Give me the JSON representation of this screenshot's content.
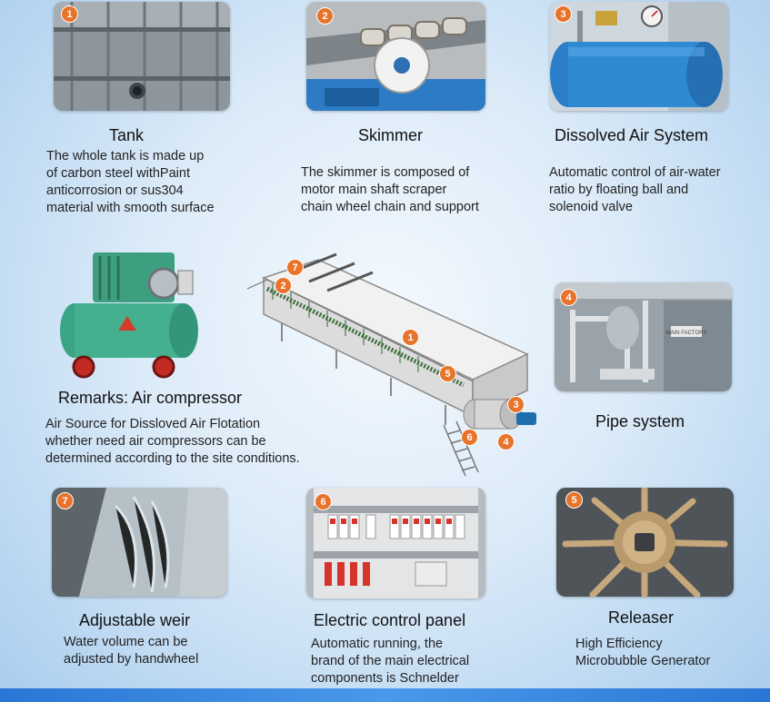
{
  "features": {
    "tank": {
      "badge": "1",
      "title": "Tank",
      "desc": [
        "The whole tank is made up",
        "of carbon steel withPaint",
        "anticorrosion or sus304",
        "material with smooth surface"
      ]
    },
    "skimmer": {
      "badge": "2",
      "title": "Skimmer",
      "desc": [
        "The skimmer  is composed of",
        "motor  main shaft  scraper",
        "chain wheel  chain and support"
      ]
    },
    "dissolved_air": {
      "badge": "3",
      "title": "Dissolved Air System",
      "desc": [
        "Automatic control of air-water",
        "ratio by floating ball and",
        "solenoid valve"
      ]
    },
    "compressor": {
      "title": "Remarks: Air compressor",
      "desc": [
        "Air Source for Dissloved Air Flotation",
        "whether need air compressors can be",
        "determined according to the site conditions."
      ]
    },
    "pipe": {
      "badge": "4",
      "title": "Pipe system"
    },
    "weir": {
      "badge": "7",
      "title": "Adjustable weir",
      "desc": [
        "Water volume can be",
        "adjusted by handwheel"
      ]
    },
    "panel": {
      "badge": "6",
      "title": "Electric control panel",
      "desc": [
        "Automatic running, the",
        "brand of the main electrical",
        "components is Schnelder"
      ]
    },
    "releaser": {
      "badge": "5",
      "title": "Releaser",
      "desc": [
        "High Efficiency",
        "Microbubble Generator"
      ]
    }
  },
  "machine_labels": [
    "1",
    "2",
    "3",
    "4",
    "5",
    "6",
    "7"
  ],
  "panel_plate_text": "MAIN FACTORY",
  "colors": {
    "badge": "#e8732a",
    "footer": "#2a76d6",
    "tank_blue": "#2f82cf",
    "compressor_green": "#3fa98a"
  }
}
